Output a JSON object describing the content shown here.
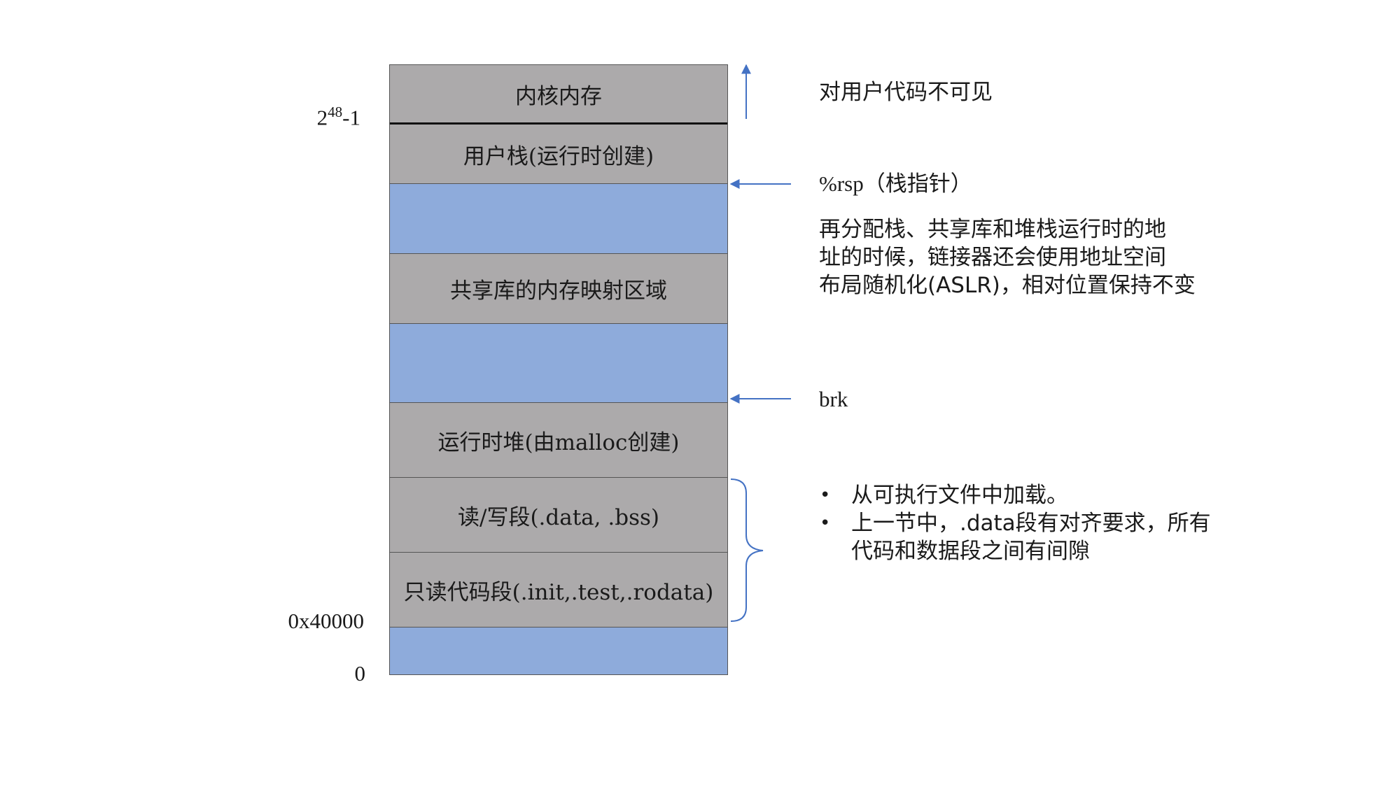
{
  "segments": [
    {
      "label": "内核内存",
      "color": "gray"
    },
    {
      "label": "用户栈(运行时创建)",
      "color": "gray"
    },
    {
      "label": "",
      "color": "blue"
    },
    {
      "label": "共享库的内存映射区域",
      "color": "gray"
    },
    {
      "label": "",
      "color": "blue"
    },
    {
      "label": "运行时堆(由malloc创建)",
      "color": "gray"
    },
    {
      "label": "读/写段(.data, .bss)",
      "color": "gray"
    },
    {
      "label": "只读代码段(.init,.test,.rodata)",
      "color": "gray"
    },
    {
      "label": "",
      "color": "blue"
    }
  ],
  "addresses": {
    "top_base": "2",
    "top_exp": "48",
    "top_suffix": "-1",
    "code_start": "0x40000",
    "zero": "0"
  },
  "annotations": {
    "kernel_note": "对用户代码不可见",
    "rsp_label": "%rsp（栈指针）",
    "aslr_note_lines": [
      "再分配栈、共享库和堆栈运行时的地",
      "址的时候，链接器还会使用地址空间",
      "布局随机化(ASLR)，相对位置保持不变"
    ],
    "brk_label": "brk"
  },
  "bullets": [
    {
      "symbol": "•",
      "text": "从可执行文件中加载。"
    },
    {
      "symbol": "•",
      "text": "上一节中，.data段有对齐要求，所有代码和数据段之间有间隙"
    }
  ],
  "colors": {
    "gray_segment": "#acaaab",
    "blue_segment": "#8eabdb",
    "arrow": "#4472c4"
  }
}
